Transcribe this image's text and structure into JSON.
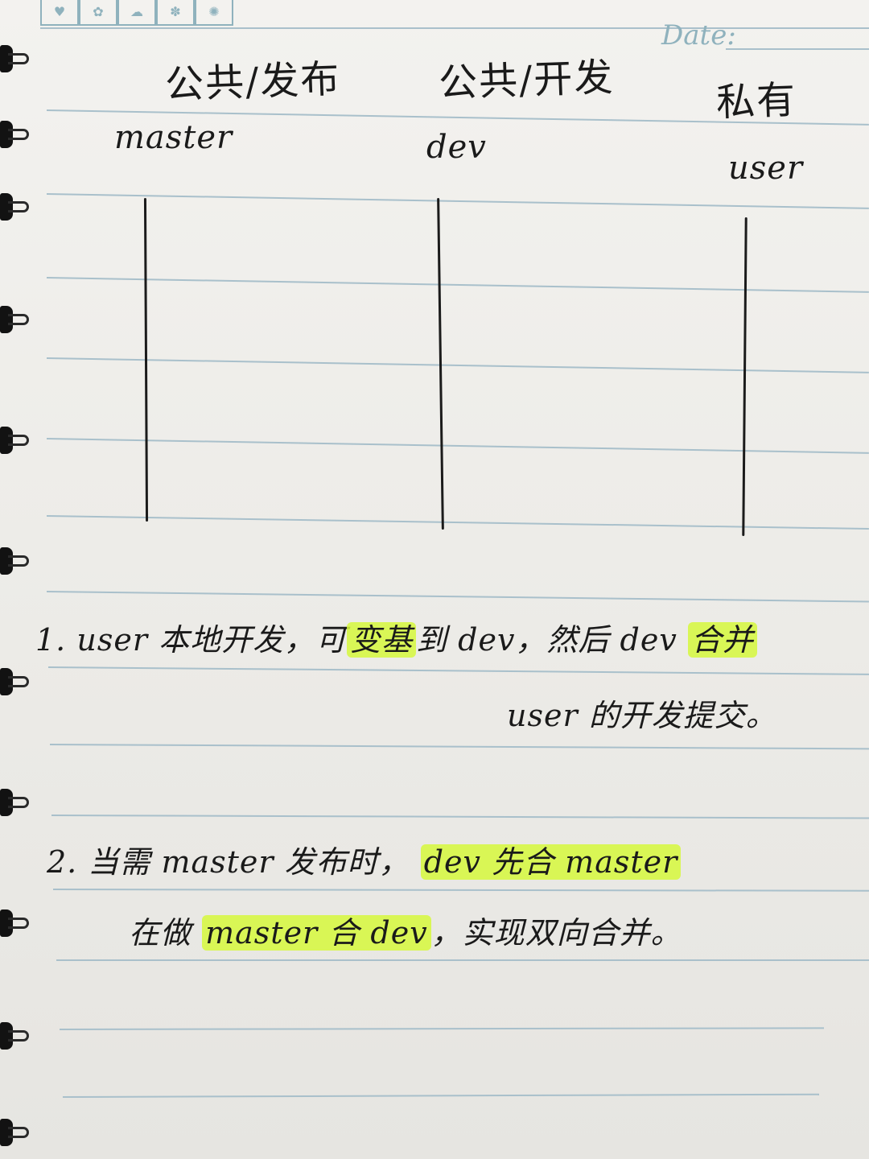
{
  "header": {
    "date_label": "Date:"
  },
  "diagram": {
    "branches": [
      {
        "role": "公共/发布",
        "name": "master"
      },
      {
        "role": "公共/开发",
        "name": "dev"
      },
      {
        "role": "私有",
        "name": "user"
      }
    ]
  },
  "notes": {
    "n1": {
      "number": "1.",
      "part_a": "user 本地开发，可",
      "hl_a": "变基",
      "part_b": "到 dev，然后 dev",
      "hl_b": "合并",
      "line2": "user 的开发提交。"
    },
    "n2": {
      "number": "2.",
      "part_a": "当需 master 发布时，",
      "hl_a": "dev 先合 master",
      "line2_a": "在做",
      "hl_b": "master 合 dev",
      "line2_b": "，实现双向合并。"
    }
  },
  "colors": {
    "paper": "#f3f2ef",
    "rule": "#a9c0cb",
    "ink": "#1a1a1a",
    "highlight": "#d6f83c"
  }
}
